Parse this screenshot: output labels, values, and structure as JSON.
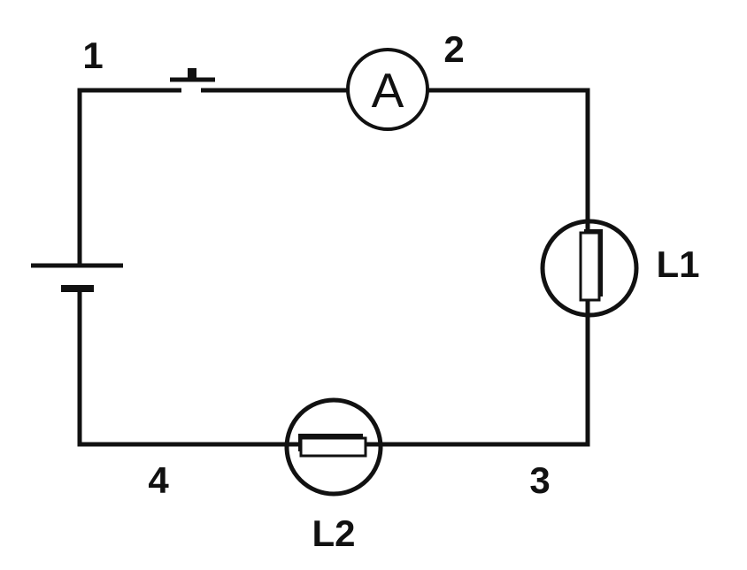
{
  "colors": {
    "background": "#ffffff",
    "ink": "#111111"
  },
  "diagram": {
    "kind": "series-electric-circuit",
    "node_labels": {
      "n1": "1",
      "n2": "2",
      "n3": "3",
      "n4": "4"
    },
    "components": {
      "battery": {
        "type": "cell"
      },
      "switch": {
        "type": "push-switch-open"
      },
      "ammeter": {
        "type": "ammeter",
        "symbol": "A"
      },
      "lamp1": {
        "type": "lamp",
        "label": "L1"
      },
      "lamp2": {
        "type": "lamp",
        "label": "L2"
      }
    }
  }
}
